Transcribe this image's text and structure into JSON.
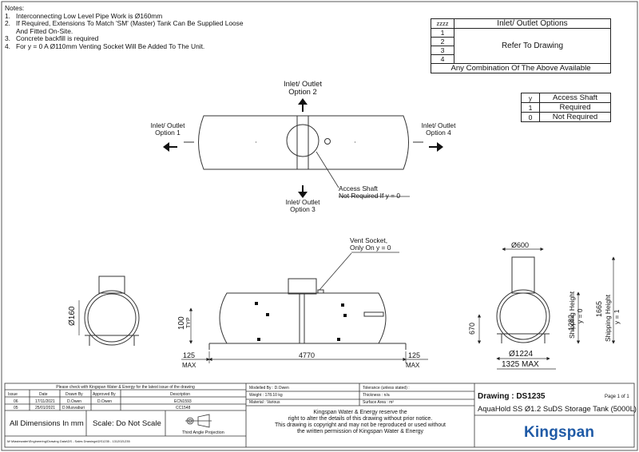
{
  "notes": {
    "heading": "Notes:",
    "items": [
      {
        "n": "1.",
        "text": "Interconnecting Low Level Pipe Work  is  Ø160mm"
      },
      {
        "n": "2.",
        "text": "If Required, Extensions To Match 'SM' (Master) Tank Can Be Supplied Loose"
      },
      {
        "n": "",
        "text": "And Fitted On-Site."
      },
      {
        "n": "3.",
        "text": "Concrete backfill is required"
      },
      {
        "n": "4.",
        "text": "For y = 0 A Ø110mm Venting Socket Will Be Added To The Unit."
      }
    ]
  },
  "options_table": {
    "code_header": "zzzz",
    "title": "Inlet/ Outlet Options",
    "rows": [
      "1",
      "2",
      "3",
      "4"
    ],
    "refer": "Refer To Drawing",
    "footer": "Any Combination Of The Above Available"
  },
  "access_table": {
    "header_code": "y",
    "header_label": "Access Shaft",
    "rows": [
      {
        "code": "1",
        "label": "Required"
      },
      {
        "code": "0",
        "label": "Not Required"
      }
    ]
  },
  "plan_labels": {
    "option2": [
      "Inlet/ Outlet",
      "Option 2"
    ],
    "option1": [
      "Inlet/ Outlet",
      "Option 1"
    ],
    "option4": [
      "Inlet/ Outlet",
      "Option 4"
    ],
    "option3": [
      "Inlet/ Outlet",
      "Option 3"
    ],
    "access": [
      "Access Shaft",
      "Not Required If y = 0"
    ]
  },
  "elevation_labels": {
    "vent": [
      "Vent Socket,",
      "Only On y = 0"
    ],
    "dia160": "Ø160",
    "typ100": "100",
    "typ": "TYP",
    "left_125": "125",
    "left_max": "MAX",
    "length": "4770",
    "right_125": "125",
    "right_max": "MAX"
  },
  "end_labels": {
    "dia600": "Ø600",
    "h670": "670",
    "h1282": "1282",
    "ship_a": "Shipping Height",
    "y0": "y = 0",
    "h1665": "1665",
    "ship_b": "Shipping Height",
    "y1": "y = 1",
    "dia1224": "Ø1224",
    "w1325": "1325 MAX"
  },
  "revisions": {
    "banner": "Please check with Kingspan Water & Energy for the latest issue of the drawing",
    "headers": [
      "Issue",
      "Date",
      "Drawn By",
      "Approved By",
      "Description"
    ],
    "rows": [
      [
        "06",
        "17/11/2021",
        "D.Owen",
        "D.Owen",
        "ECN1593"
      ],
      [
        "05",
        "25/01/2021",
        "D.Musvaburi",
        "",
        "CC1548"
      ]
    ],
    "dims": "All Dimensions In mm",
    "scale": "Scale: Do Not Scale",
    "projection": "Third Angle Projection",
    "path": "M:\\Wastewater\\Engineering\\Drawing Data\\DS - Sales Drawings\\DS1235 - 1312021235"
  },
  "meta": {
    "modelled": "Modelled By : D.Owen",
    "weight": "Weight : 178.10 kg",
    "material": "Material : Various",
    "tolerance": "Tolerance (unless stated) :",
    "thickness": "Thickness : n/a",
    "surface": "Surface Area : m²",
    "copyright": [
      "Kingspan Water & Energy reserve the",
      "right to alter the details of this drawing without prior notice.",
      "This drawing is copyright and may not be reproduced or used without",
      "the written permission of Kingspan Water & Energy"
    ]
  },
  "drawing": {
    "number": "Drawing : DS1235",
    "page": "Page 1 of 1",
    "title": "AquaHold SS Ø1.2 SuDS Storage Tank (5000L)",
    "logo": "Kingspan",
    "logo_color": "#1f5aa6"
  }
}
